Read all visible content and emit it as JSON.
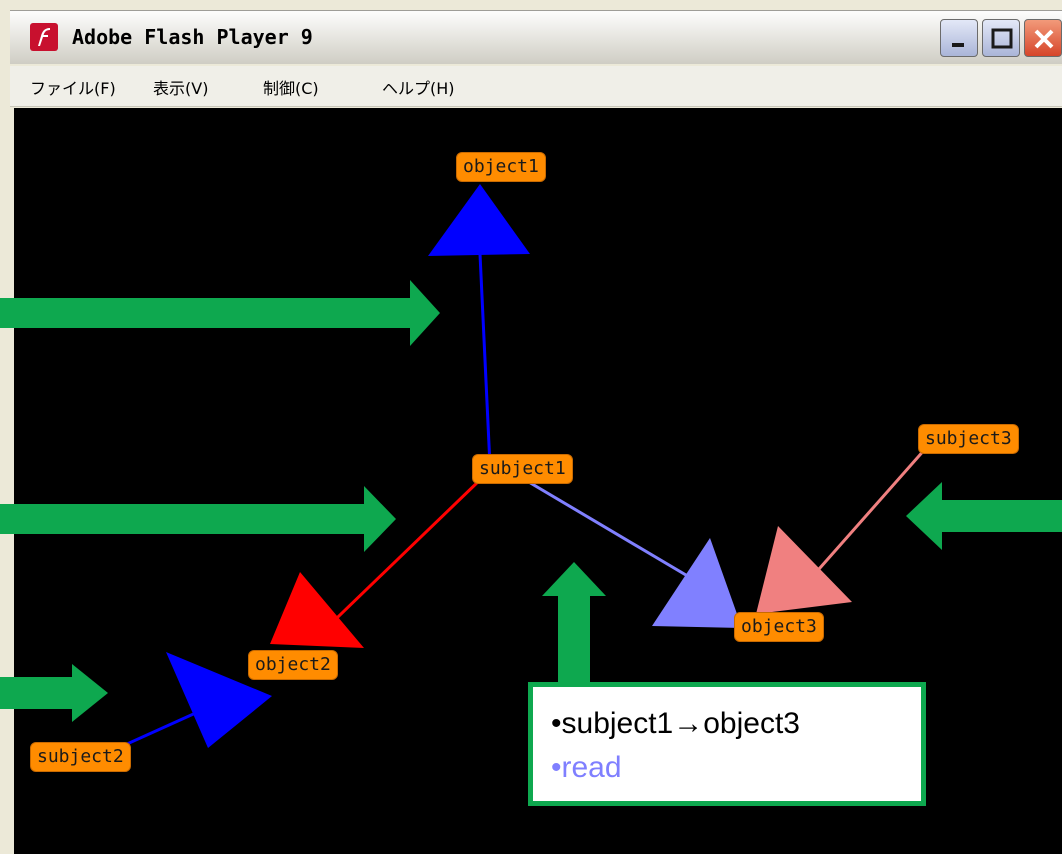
{
  "window": {
    "title": "Adobe Flash Player 9",
    "menu": [
      "ファイル(F)",
      "表示(V)",
      "制御(C)",
      "ヘルプ(H)"
    ]
  },
  "graph": {
    "nodes": {
      "object1": "object1",
      "subject1": "subject1",
      "subject3": "subject3",
      "object2": "object2",
      "object3": "object3",
      "subject2": "subject2"
    },
    "edge_colors": {
      "subject1_object1": "#0000ff",
      "subject1_object2": "#ff0000",
      "subject2_object2": "#0000ff",
      "subject1_object3": "#8080ff",
      "subject3_object3": "#f08080"
    },
    "node_color": "#ff8c00"
  },
  "annotation": {
    "line1": "•subject1→object3",
    "line2": "•read",
    "line2_color": "#7f7fff",
    "arrow_color": "#0ea84f"
  }
}
